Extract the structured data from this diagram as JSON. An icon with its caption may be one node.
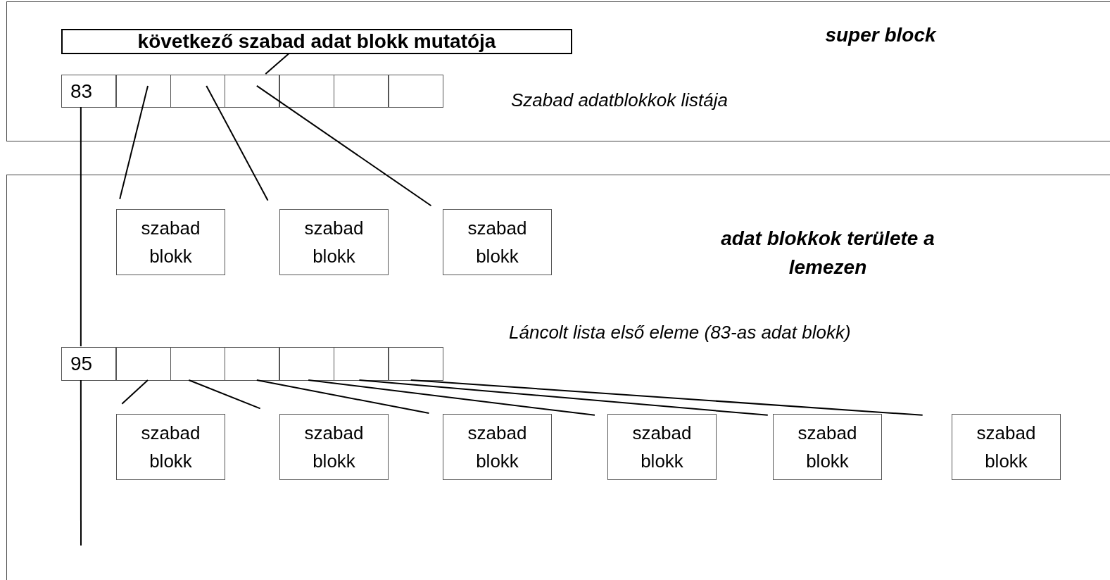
{
  "diagram": {
    "nodes": [
      {
        "text": [
          "super block",
          "Szabad adatblokkok listája"
        ]
      },
      {
        "text": [
          "következő szabad adat blokk mutatója"
        ],
        "in": 0
      },
      {
        "text": [
          "83"
        ],
        "in": 0
      },
      {
        "text": [],
        "shape": "box",
        "in": 0
      },
      {
        "text": [],
        "shape": "box",
        "in": 0
      },
      {
        "text": [],
        "shape": "box",
        "in": 0
      },
      {
        "text": [],
        "shape": "box",
        "in": 0
      },
      {
        "text": [],
        "shape": "box",
        "in": 0
      },
      {
        "text": [],
        "shape": "box",
        "in": 0
      },
      {
        "text": [
          "adat blokkok területe a lemezen",
          "Láncolt lista első eleme (83-as adat blokk)"
        ]
      },
      {
        "text": [
          "szabad blokk"
        ],
        "in": 9
      },
      {
        "text": [
          "szabad blokk"
        ],
        "in": 9
      },
      {
        "text": [
          "szabad blokk"
        ],
        "in": 9
      },
      {
        "text": [
          "95"
        ],
        "in": 9
      },
      {
        "text": [],
        "shape": "box",
        "in": 9
      },
      {
        "text": [],
        "shape": "box",
        "in": 9
      },
      {
        "text": [],
        "shape": "box",
        "in": 9
      },
      {
        "text": [],
        "shape": "box",
        "in": 9
      },
      {
        "text": [],
        "shape": "box",
        "in": 9
      },
      {
        "text": [],
        "shape": "box",
        "in": 9
      },
      {
        "text": [
          "szabad blokk"
        ],
        "in": 9
      },
      {
        "text": [
          "szabad blokk"
        ],
        "in": 9
      },
      {
        "text": [
          "szabad blokk"
        ],
        "in": 9
      },
      {
        "text": [
          "szabad blokk"
        ],
        "in": 9
      },
      {
        "text": [
          "szabad blokk"
        ],
        "in": 9
      },
      {
        "text": [
          "szabad blokk"
        ],
        "in": 9
      }
    ],
    "edges": [
      {
        "from": 1,
        "to": 5,
        "arrow": "none"
      },
      {
        "from": 3,
        "to": 10,
        "arrow": "none"
      },
      {
        "from": 4,
        "to": 11,
        "arrow": "none"
      },
      {
        "from": 5,
        "to": 12,
        "arrow": "none"
      },
      {
        "from": 2,
        "to": 13,
        "arrow": "none"
      },
      {
        "from": 13,
        "to": null,
        "arrow": "none"
      },
      {
        "from": 14,
        "to": 20,
        "arrow": "none"
      },
      {
        "from": 15,
        "to": 21,
        "arrow": "none"
      },
      {
        "from": 16,
        "to": 22,
        "arrow": "none"
      },
      {
        "from": 17,
        "to": 23,
        "arrow": "none"
      },
      {
        "from": 18,
        "to": 24,
        "arrow": "none"
      },
      {
        "from": 19,
        "to": 25,
        "arrow": "none"
      }
    ]
  }
}
